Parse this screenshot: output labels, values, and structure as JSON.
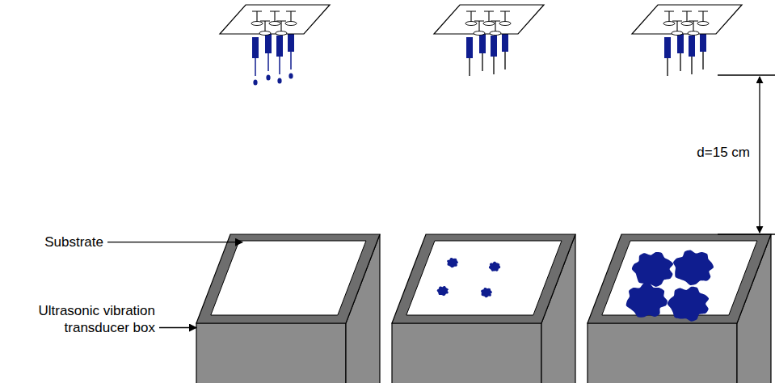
{
  "diagram": {
    "labels": [
      "Substrate",
      "Ultrasonic vibration transducer box",
      "d=15 cm"
    ]
  }
}
